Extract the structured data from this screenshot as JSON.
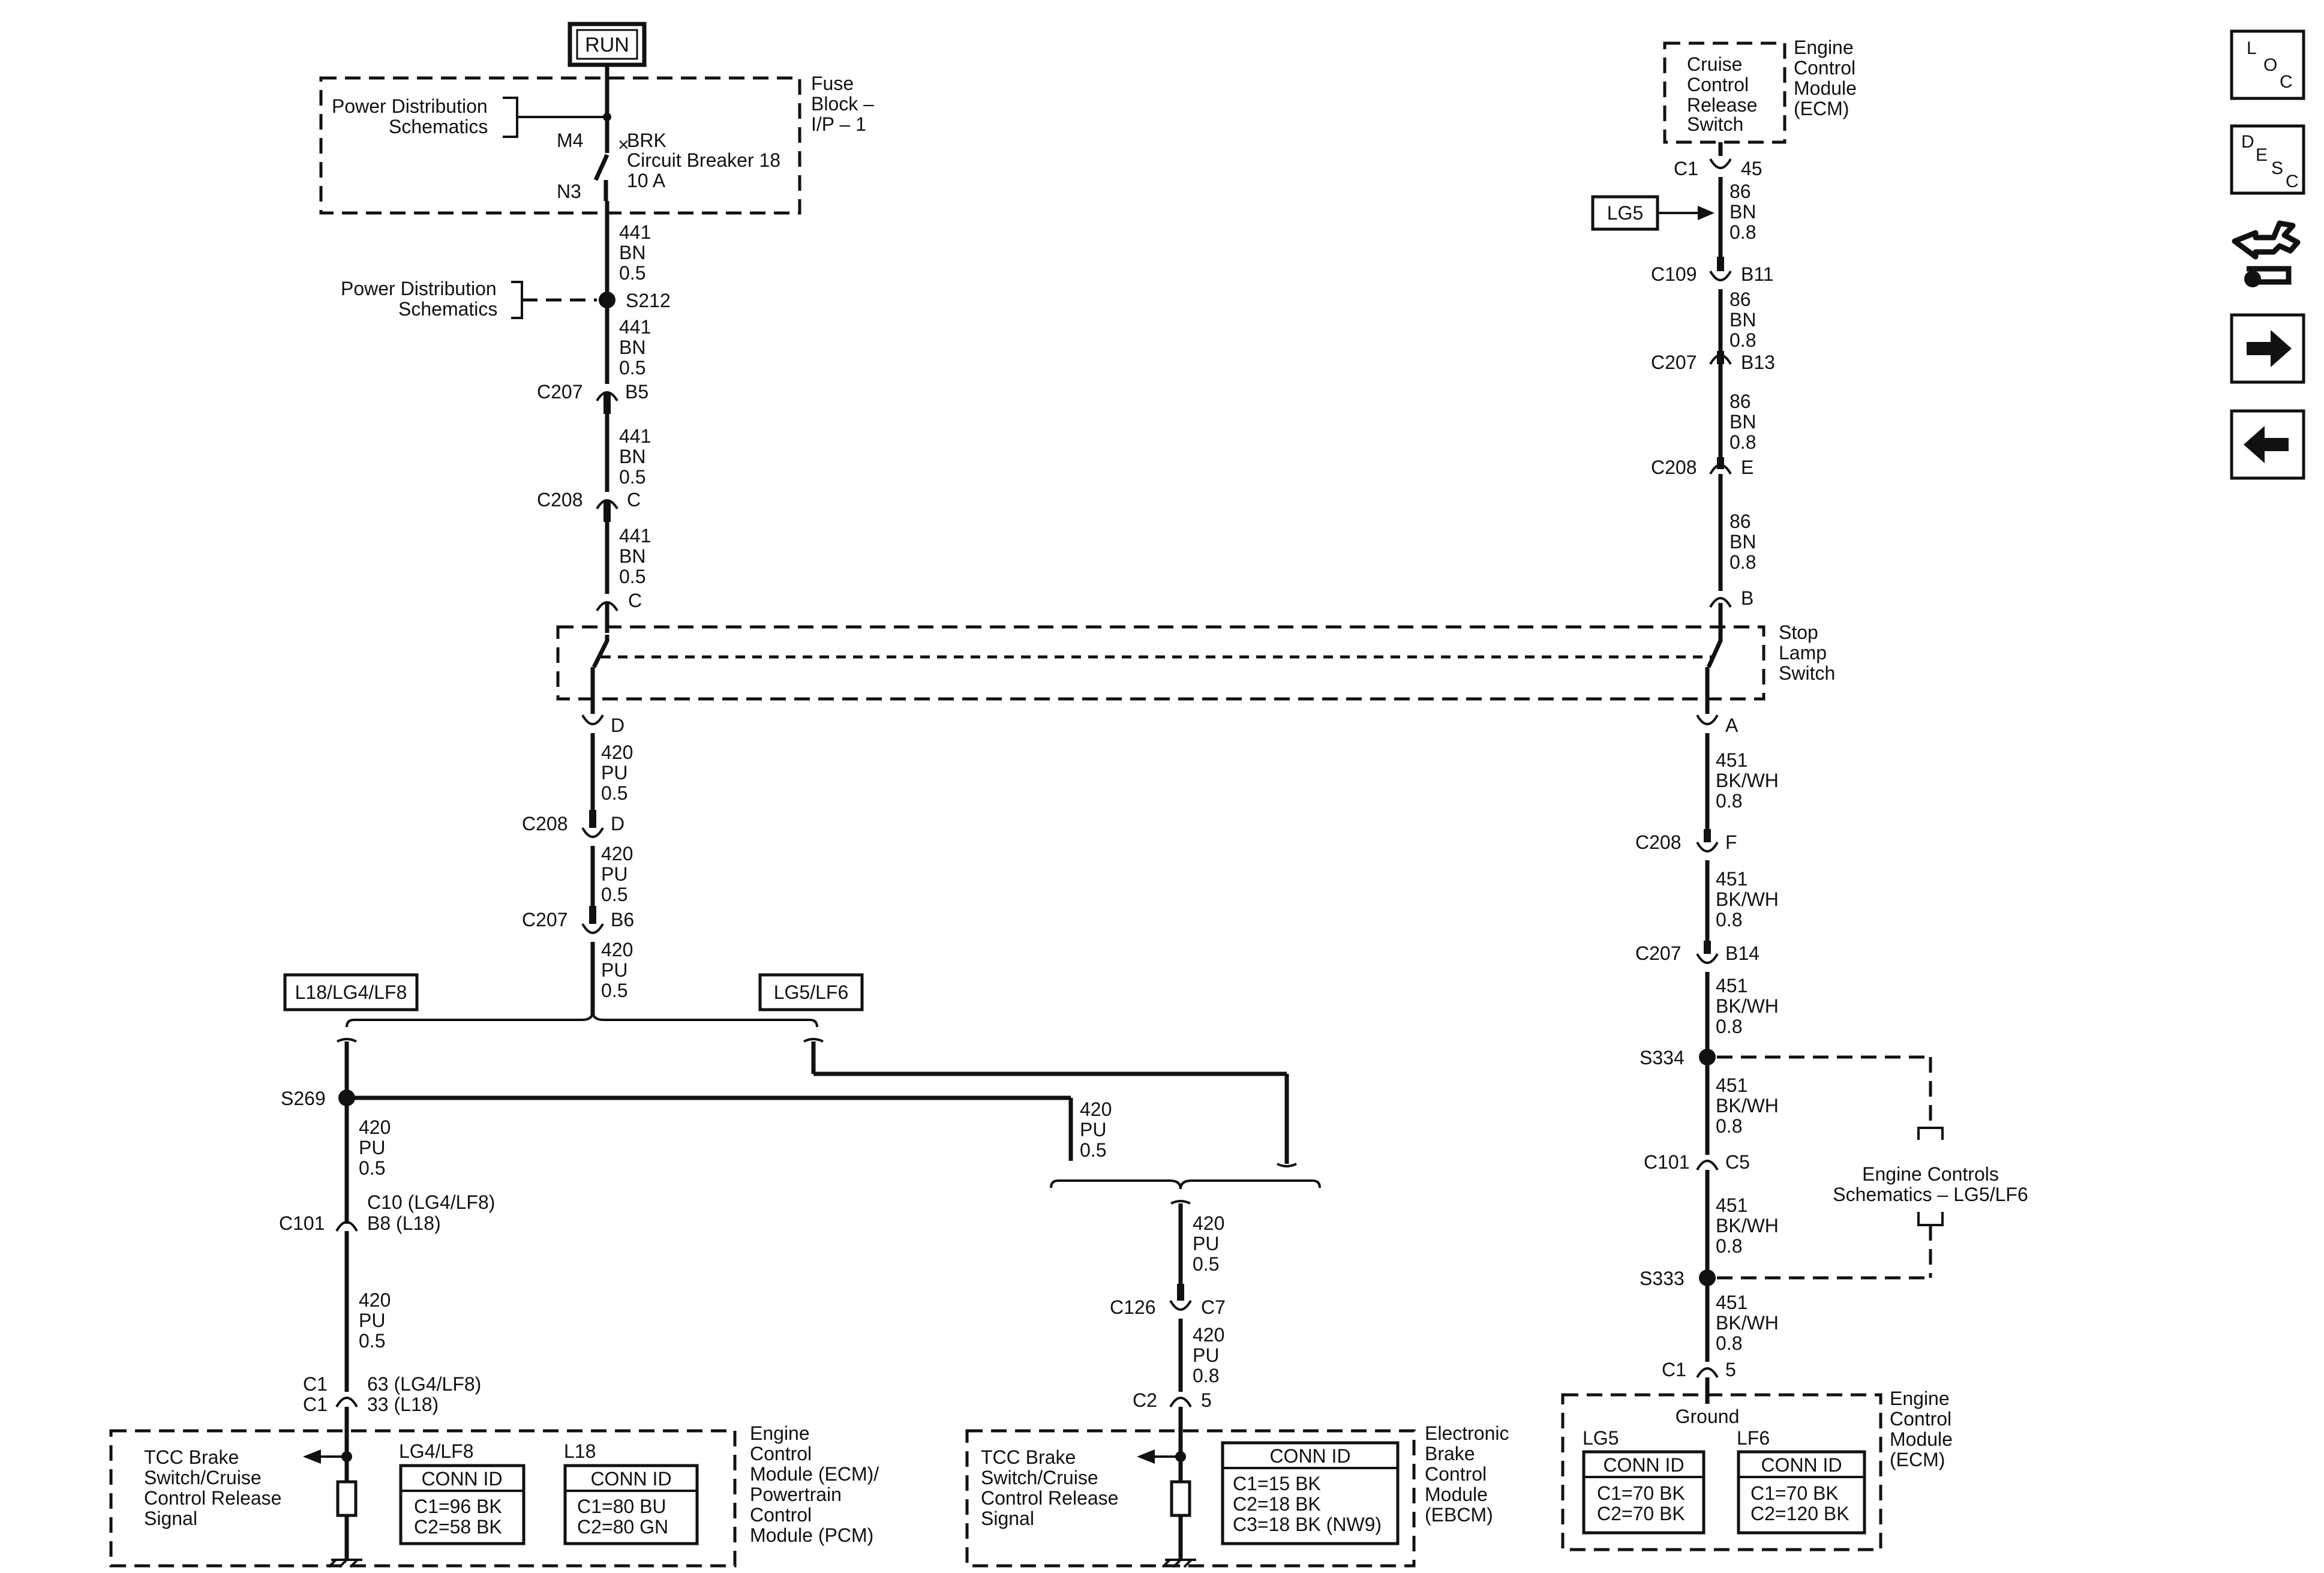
{
  "run_box": "RUN",
  "fuse_block": {
    "pd_left": [
      "Power Distribution",
      "Schematics"
    ],
    "fuse_block_label": [
      "Fuse",
      "Block –",
      "I/P – 1"
    ],
    "m4": "M4",
    "n3": "N3",
    "breaker": [
      "BRK",
      "Circuit Breaker 18",
      "10 A"
    ]
  },
  "left_circuit_441": {
    "seg1": [
      "441",
      "BN",
      "0.5"
    ],
    "pd_mid": [
      "Power Distribution",
      "Schematics"
    ],
    "splice": "S212",
    "seg2": [
      "441",
      "BN",
      "0.5"
    ],
    "c207": "C207",
    "c207_pin": "B5",
    "seg3": [
      "441",
      "BN",
      "0.5"
    ],
    "c208": "C208",
    "c208_pin": "C",
    "seg4": [
      "441",
      "BN",
      "0.5"
    ],
    "switch_pin": "C"
  },
  "right_top": {
    "cruise_switch": [
      "Cruise",
      "Control",
      "Release",
      "Switch"
    ],
    "ecm": [
      "Engine",
      "Control",
      "Module",
      "(ECM)"
    ],
    "c1": "C1",
    "c1_pin": "45",
    "lg5_tag": "LG5",
    "seg1": [
      "86",
      "BN",
      "0.8"
    ],
    "c109": "C109",
    "c109_pin": "B11",
    "seg2": [
      "86",
      "BN",
      "0.8"
    ],
    "c207": "C207",
    "c207_pin": "B13",
    "seg3": [
      "86",
      "BN",
      "0.8"
    ],
    "c208": "C208",
    "c208_pin": "E",
    "seg4": [
      "86",
      "BN",
      "0.8"
    ],
    "switch_pin": "B"
  },
  "stop_lamp_switch": [
    "Stop",
    "Lamp",
    "Switch"
  ],
  "left_circuit_420": {
    "pin_d": "D",
    "seg1": [
      "420",
      "PU",
      "0.5"
    ],
    "c208": "C208",
    "c208_pin": "D",
    "seg2": [
      "420",
      "PU",
      "0.5"
    ],
    "c207": "C207",
    "c207_pin": "B6",
    "seg3": [
      "420",
      "PU",
      "0.5"
    ],
    "tag_left": "L18/LG4/LF8",
    "tag_right": "LG5/LF6",
    "splice": "S269",
    "seg4": [
      "420",
      "PU",
      "0.5"
    ],
    "seg_mid": [
      "420",
      "PU",
      "0.5"
    ],
    "c101": "C101",
    "c101_pins": [
      "C10 (LG4/LF8)",
      "B8 (L18)"
    ],
    "seg5": [
      "420",
      "PU",
      "0.5"
    ],
    "c1_labels": [
      "C1",
      "C1"
    ],
    "c1_pins": [
      "63 (LG4/LF8)",
      "33 (L18)"
    ]
  },
  "ecm_pcm_box": {
    "signal": [
      "TCC Brake",
      "Switch/Cruise",
      "Control Release",
      "Signal"
    ],
    "lg4_title": "LG4/LF8",
    "lg4_conn_head": "CONN ID",
    "lg4_conn": [
      "C1=96 BK",
      "C2=58 BK"
    ],
    "l18_title": "L18",
    "l18_conn_head": "CONN ID",
    "l18_conn": [
      "C1=80 BU",
      "C2=80 GN"
    ],
    "module": [
      "Engine",
      "Control",
      "Module (ECM)/",
      "Powertrain",
      "Control",
      "Module (PCM)"
    ]
  },
  "ebcm_branch": {
    "seg1": [
      "420",
      "PU",
      "0.5"
    ],
    "c126": "C126",
    "c126_pin": "C7",
    "seg2": [
      "420",
      "PU",
      "0.8"
    ],
    "c2": "C2",
    "c2_pin": "5"
  },
  "ebcm_box": {
    "signal": [
      "TCC Brake",
      "Switch/Cruise",
      "Control Release",
      "Signal"
    ],
    "conn_head": "CONN ID",
    "conn": [
      "C1=15 BK",
      "C2=18 BK",
      "C3=18 BK (NW9)"
    ],
    "module": [
      "Electronic",
      "Brake",
      "Control",
      "Module",
      "(EBCM)"
    ]
  },
  "right_circuit_451": {
    "pin_a": "A",
    "seg1": [
      "451",
      "BK/WH",
      "0.8"
    ],
    "c208": "C208",
    "c208_pin": "F",
    "seg2": [
      "451",
      "BK/WH",
      "0.8"
    ],
    "c207": "C207",
    "c207_pin": "B14",
    "seg3": [
      "451",
      "BK/WH",
      "0.8"
    ],
    "s334": "S334",
    "seg4": [
      "451",
      "BK/WH",
      "0.8"
    ],
    "c101": "C101",
    "c101_pin": "C5",
    "seg5": [
      "451",
      "BK/WH",
      "0.8"
    ],
    "s333": "S333",
    "seg6": [
      "451",
      "BK/WH",
      "0.8"
    ],
    "c1": "C1",
    "c1_pin": "5",
    "engine_controls": [
      "Engine Controls",
      "Schematics – LG5/LF6"
    ]
  },
  "ecm_ground_box": {
    "ground": "Ground",
    "lg5_title": "LG5",
    "lg5_conn_head": "CONN ID",
    "lg5_conn": [
      "C1=70 BK",
      "C2=70 BK"
    ],
    "lf6_title": "LF6",
    "lf6_conn_head": "CONN ID",
    "lf6_conn": [
      "C1=70 BK",
      "C2=120 BK"
    ],
    "module": [
      "Engine",
      "Control",
      "Module",
      "(ECM)"
    ]
  },
  "nav_buttons": {
    "loc": [
      "L",
      "O",
      "C"
    ],
    "desc": [
      "D",
      "E",
      "S",
      "C"
    ],
    "wrench_icon": "wrench-icon",
    "forward_icon": "arrow-right-icon",
    "back_icon": "arrow-left-icon"
  }
}
